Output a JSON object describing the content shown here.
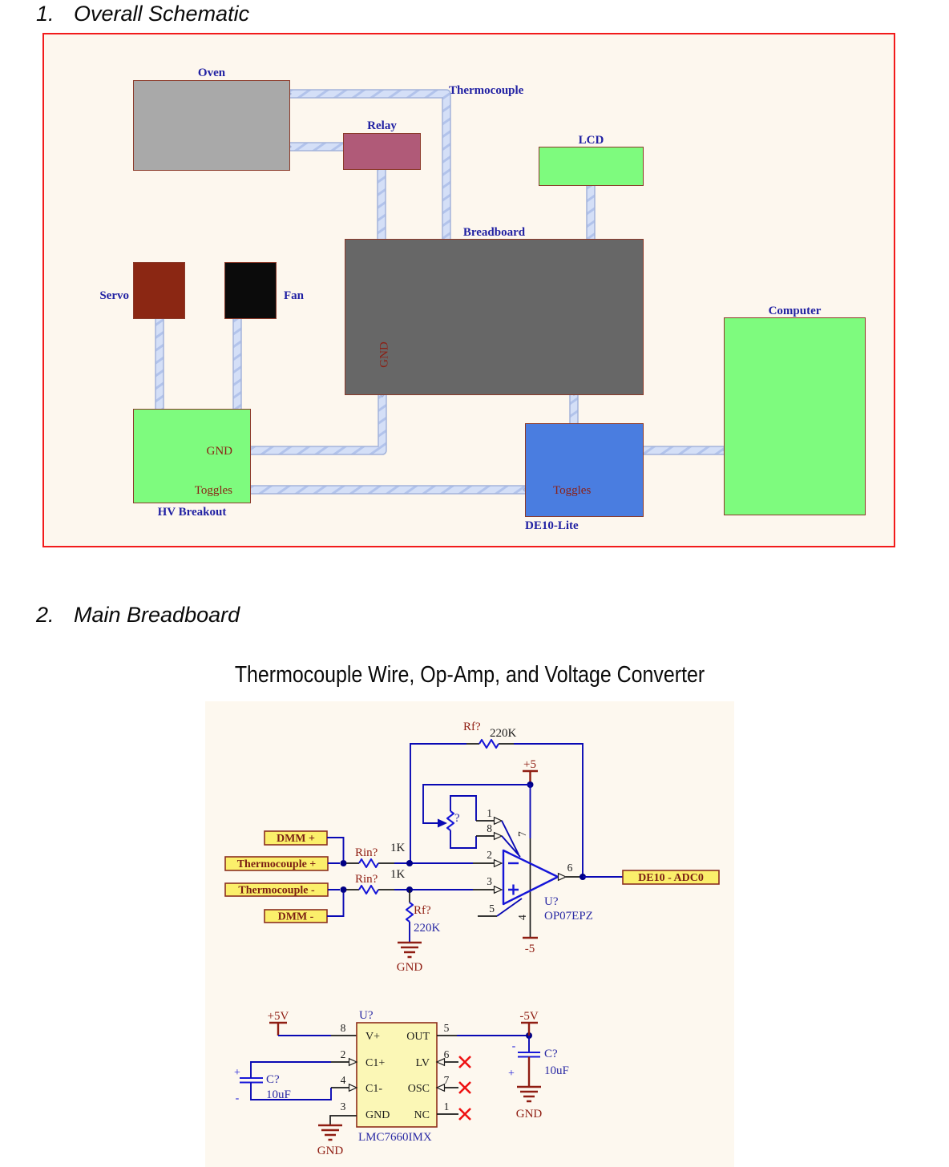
{
  "headings": {
    "num1": "1.",
    "title1": "Overall Schematic",
    "num2": "2.",
    "title2": "Main Breadboard",
    "schematic_title": "Thermocouple Wire, Op-Amp, and Voltage Converter"
  },
  "overall": {
    "labels": {
      "oven": "Oven",
      "relay": "Relay",
      "thermocouple": "Thermocouple",
      "lcd": "LCD",
      "breadboard": "Breadboard",
      "servo": "Servo",
      "fan": "Fan",
      "computer": "Computer",
      "hv": "HV Breakout",
      "de10": "DE10-Lite",
      "hv_gnd": "GND",
      "hv_toggles": "Toggles",
      "de10_toggles": "Toggles",
      "bb_gnd": "GND"
    },
    "colors": {
      "panel_bg": "#fdf7ee",
      "panel_border": "#f21b1b",
      "oven": "#a9a9a9",
      "relay": "#b05a78",
      "lcd": "#7efb7e",
      "breadboard": "#676767",
      "servo": "#8b2713",
      "fan": "#0b0b0b",
      "computer": "#7efb7e",
      "hv_breakout": "#7efb7e",
      "de10_lite": "#4a7de0",
      "wire": "#d4dff7",
      "wire_edge": "#a3b3da",
      "label_blue": "#2121a3",
      "label_maroon": "#8b1f14"
    }
  },
  "amp": {
    "rf_ref": "Rf?",
    "rf_val": "220K",
    "plus5": "+5",
    "minus5": "-5",
    "pot": "?",
    "pin1": "1",
    "pin8": "8",
    "pin2": "2",
    "pin3": "3",
    "pin5": "5",
    "pin7": "7",
    "pin4": "4",
    "pin6": "6",
    "ref": "U?",
    "part": "OP07EPZ",
    "in_dmm_p": "DMM +",
    "in_tc_p": "Thermocouple +",
    "in_tc_n": "Thermocouple -",
    "in_dmm_n": "DMM -",
    "rin1_ref": "Rin?",
    "rin1_val": "1K",
    "rin2_ref": "Rin?",
    "rin2_val": "1K",
    "rf2_ref": "Rf?",
    "rf2_val": "220K",
    "gnd": "GND",
    "out": "DE10 - ADC0"
  },
  "conv": {
    "plus5v": "+5V",
    "minus5v": "-5V",
    "ref": "U?",
    "part": "LMC7660IMX",
    "p8": "8",
    "p2": "2",
    "p4": "4",
    "p3": "3",
    "p5": "5",
    "p6": "6",
    "p7": "7",
    "p1": "1",
    "vplus": "V+",
    "c1p": "C1+",
    "c1n": "C1-",
    "gnd": "GND",
    "out": "OUT",
    "lv": "LV",
    "osc": "OSC",
    "nc": "NC",
    "cap1_ref": "C?",
    "cap1_val": "10uF",
    "plus_l": "+",
    "minus_l": "-",
    "cap2_ref": "C?",
    "cap2_val": "10uF",
    "plus_r": "+",
    "minus_r": "-",
    "gnd_l": "GND",
    "gnd_r": "GND"
  }
}
